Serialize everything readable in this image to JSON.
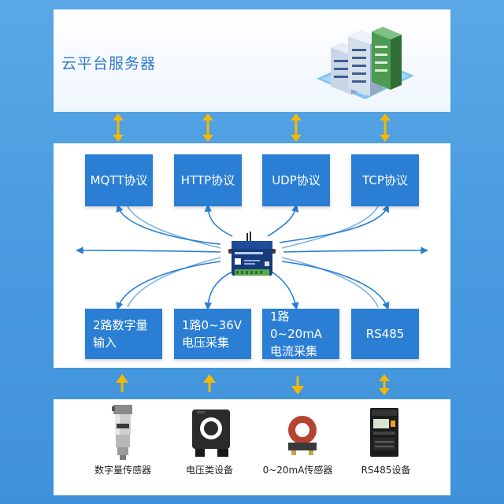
{
  "cloud": {
    "title": "云平台服务器",
    "icon": "server-cluster-icon"
  },
  "protocols": [
    {
      "id": "mqtt",
      "label": "MQTT协议"
    },
    {
      "id": "http",
      "label": "HTTP协议"
    },
    {
      "id": "udp",
      "label": "UDP协议"
    },
    {
      "id": "tcp",
      "label": "TCP协议"
    }
  ],
  "inputs": [
    {
      "id": "digital",
      "label": "2路数字量\n输入"
    },
    {
      "id": "voltage",
      "label": "1路0~36V\n电压采集"
    },
    {
      "id": "current",
      "label": "1路0~20mA\n电流采集"
    },
    {
      "id": "rs485",
      "label": "RS485"
    }
  ],
  "devices": [
    {
      "id": "digital-sensor",
      "label": "数字量传感器",
      "icon": "pressure-transmitter-icon"
    },
    {
      "id": "voltage-device",
      "label": "电压类设备",
      "icon": "voltage-sensor-icon"
    },
    {
      "id": "current-sensor",
      "label": "0~20mA传感器",
      "icon": "current-transformer-icon"
    },
    {
      "id": "rs485-device",
      "label": "RS485设备",
      "icon": "rs485-meter-icon"
    }
  ],
  "colors": {
    "accent": "#2a7fd4",
    "arrow": "#f5b800",
    "background": "#4a9be0"
  }
}
